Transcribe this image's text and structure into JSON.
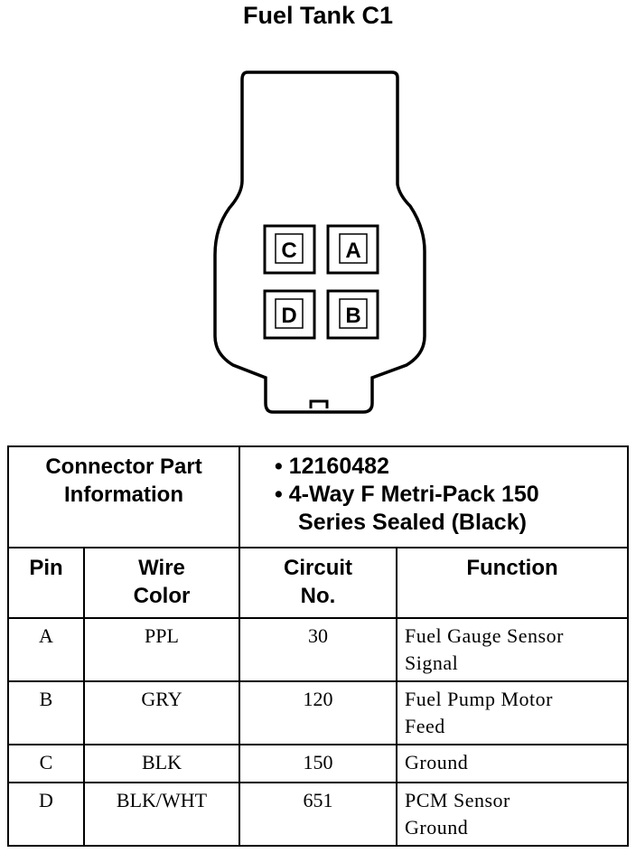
{
  "title": "Fuel Tank C1",
  "connector": {
    "pins": [
      {
        "label": "C"
      },
      {
        "label": "A"
      },
      {
        "label": "D"
      },
      {
        "label": "B"
      }
    ]
  },
  "table": {
    "part_info_label": [
      "Connector Part",
      "Information"
    ],
    "part_info": [
      "• 12160482",
      "• 4-Way F Metri-Pack 150",
      "Series Sealed (Black)"
    ],
    "headers": {
      "pin": "Pin",
      "wire_color": [
        "Wire",
        "Color"
      ],
      "circuit": [
        "Circuit",
        "No."
      ],
      "function": "Function"
    },
    "rows": [
      {
        "pin": "A",
        "wire": "PPL",
        "circuit": "30",
        "function": [
          "Fuel Gauge Sensor",
          "Signal"
        ]
      },
      {
        "pin": "B",
        "wire": "GRY",
        "circuit": "120",
        "function": [
          "Fuel Pump Motor",
          "Feed"
        ]
      },
      {
        "pin": "C",
        "wire": "BLK",
        "circuit": "150",
        "function": [
          "Ground"
        ]
      },
      {
        "pin": "D",
        "wire": "BLK/WHT",
        "circuit": "651",
        "function": [
          "PCM Sensor",
          "Ground"
        ]
      }
    ]
  }
}
